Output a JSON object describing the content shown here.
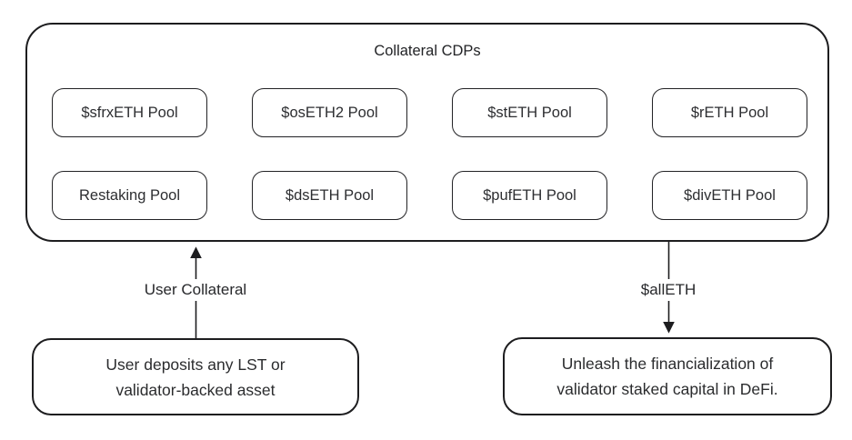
{
  "diagram": {
    "container": {
      "title": "Collateral CDPs",
      "pools": [
        {
          "label": "$sfrxETH Pool"
        },
        {
          "label": "$osETH2 Pool"
        },
        {
          "label": "$stETH Pool"
        },
        {
          "label": "$rETH Pool"
        },
        {
          "label": "Restaking Pool"
        },
        {
          "label": "$dsETH Pool"
        },
        {
          "label": "$pufETH Pool"
        },
        {
          "label": "$divETH Pool"
        }
      ]
    },
    "flows": {
      "deposit": {
        "label": "User Collateral",
        "direction": "up",
        "box_line1": "User deposits any LST or",
        "box_line2": "validator-backed asset"
      },
      "mint": {
        "label": "$allETH",
        "direction": "down",
        "box_line1": "Unleash the financialization of",
        "box_line2": "validator staked capital in DeFi."
      }
    },
    "colors": {
      "background": "#ffffff",
      "border": "#1d1d1f",
      "text": "#2b2c2e"
    }
  }
}
